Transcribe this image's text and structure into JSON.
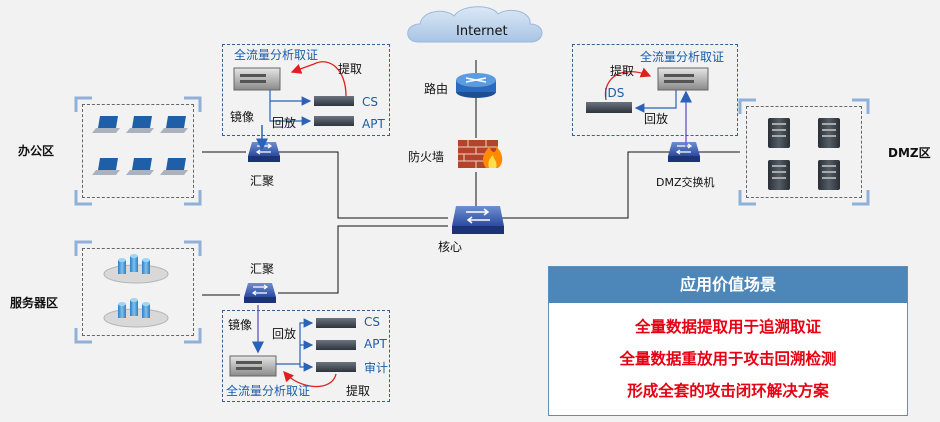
{
  "labels": {
    "internet": "Internet",
    "router": "路由",
    "firewall": "防火墙",
    "core": "核心",
    "office": "办公区",
    "server_zone": "服务器区",
    "dmz": "DMZ区",
    "dmz_switch": "DMZ交换机",
    "agg_top": "汇聚",
    "agg_bottom": "汇聚"
  },
  "boxes": {
    "top_left": {
      "title": "全流量分析取证",
      "extract": "提取",
      "mirror": "镜像",
      "replay": "回放",
      "cs": "CS",
      "apt": "APT"
    },
    "top_right": {
      "title": "全流量分析取证",
      "extract": "提取",
      "ids": "IDS",
      "replay": "回放"
    },
    "bottom": {
      "title": "全流量分析取证",
      "extract": "提取",
      "mirror": "镜像",
      "replay": "回放",
      "cs": "CS",
      "apt": "APT",
      "audit": "审计"
    }
  },
  "panel": {
    "title": "应用价值场景",
    "lines": [
      "全量数据提取用于追溯取证",
      "全量数据重放用于攻击回溯检测",
      "形成全套的攻击闭环解决方案"
    ]
  },
  "colors": {
    "panel_header": "#4d86b8",
    "panel_text": "#e60012",
    "label_blue": "#1a5da8",
    "arrow_red": "#e0201e"
  }
}
